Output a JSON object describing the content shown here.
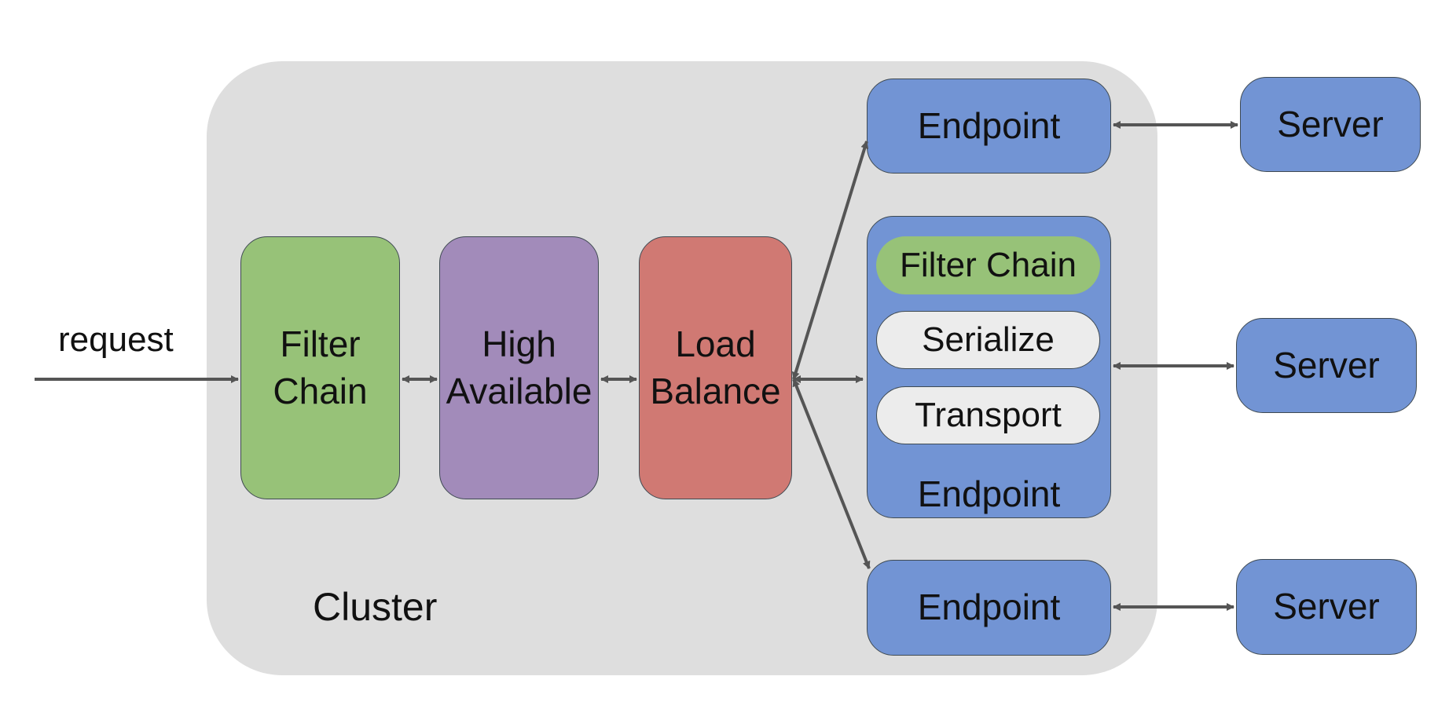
{
  "request_label": "request",
  "cluster": {
    "label": "Cluster",
    "color": "#dedede",
    "filter_chain": {
      "line1": "Filter",
      "line2": "Chain",
      "color": "#97c278"
    },
    "high_available": {
      "line1": "High",
      "line2": "Available",
      "color": "#a28bba"
    },
    "load_balance": {
      "line1": "Load",
      "line2": "Balance",
      "color": "#d07973"
    },
    "endpoint_top": {
      "label": "Endpoint",
      "color": "#7294d4"
    },
    "endpoint_middle": {
      "label": "Endpoint",
      "color": "#7294d4",
      "filter_chain": {
        "label": "Filter Chain",
        "color": "#97c278"
      },
      "serialize": {
        "label": "Serialize",
        "color": "#ececec"
      },
      "transport": {
        "label": "Transport",
        "color": "#ececec"
      }
    },
    "endpoint_bottom": {
      "label": "Endpoint",
      "color": "#7294d4"
    }
  },
  "servers": [
    {
      "label": "Server",
      "color": "#7294d4"
    },
    {
      "label": "Server",
      "color": "#7294d4"
    },
    {
      "label": "Server",
      "color": "#7294d4"
    }
  ],
  "arrow_color": "#555555"
}
